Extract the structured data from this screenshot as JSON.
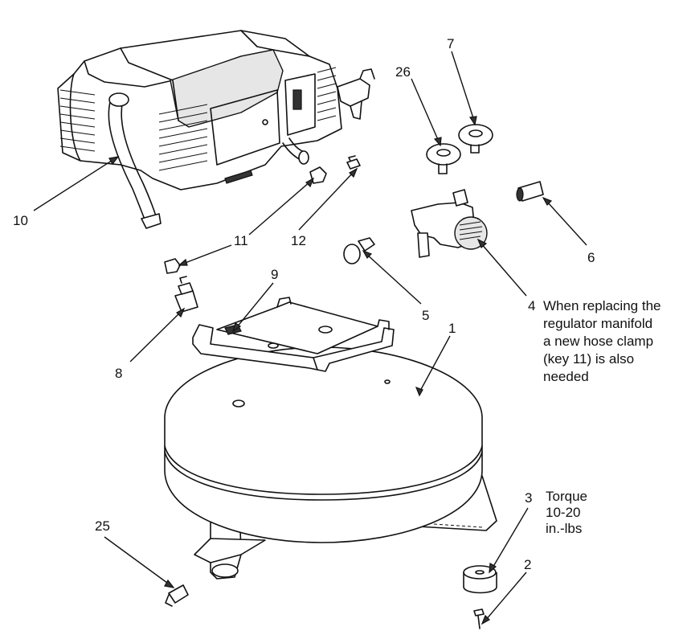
{
  "callouts": [
    {
      "id": "1",
      "text": "1"
    },
    {
      "id": "2",
      "text": "2"
    },
    {
      "id": "3",
      "text": "3"
    },
    {
      "id": "4",
      "text": "4"
    },
    {
      "id": "5",
      "text": "5"
    },
    {
      "id": "6",
      "text": "6"
    },
    {
      "id": "7",
      "text": "7"
    },
    {
      "id": "8",
      "text": "8"
    },
    {
      "id": "9",
      "text": "9"
    },
    {
      "id": "10",
      "text": "10"
    },
    {
      "id": "11",
      "text": "11"
    },
    {
      "id": "12",
      "text": "12"
    },
    {
      "id": "25",
      "text": "25"
    },
    {
      "id": "26",
      "text": "26"
    }
  ],
  "notes": {
    "regulator": [
      "When replacing the",
      "regulator manifold",
      "a new hose clamp",
      "(key 11) is also",
      "needed"
    ],
    "torque": [
      "Torque",
      "10-20",
      "in.-lbs"
    ]
  },
  "parts": [
    {
      "key": "1",
      "icon": "air-tank"
    },
    {
      "key": "2",
      "icon": "screw"
    },
    {
      "key": "3",
      "icon": "rubber-foot"
    },
    {
      "key": "4",
      "icon": "regulator-manifold"
    },
    {
      "key": "5",
      "icon": "quick-coupler"
    },
    {
      "key": "6",
      "icon": "fitting"
    },
    {
      "key": "7",
      "icon": "gauge"
    },
    {
      "key": "8",
      "icon": "check-valve"
    },
    {
      "key": "9",
      "icon": "mounting-bracket"
    },
    {
      "key": "10",
      "icon": "pump-motor"
    },
    {
      "key": "11",
      "icon": "hose-clamp"
    },
    {
      "key": "12",
      "icon": "safety-valve"
    },
    {
      "key": "25",
      "icon": "drain-valve"
    },
    {
      "key": "26",
      "icon": "gauge"
    }
  ]
}
